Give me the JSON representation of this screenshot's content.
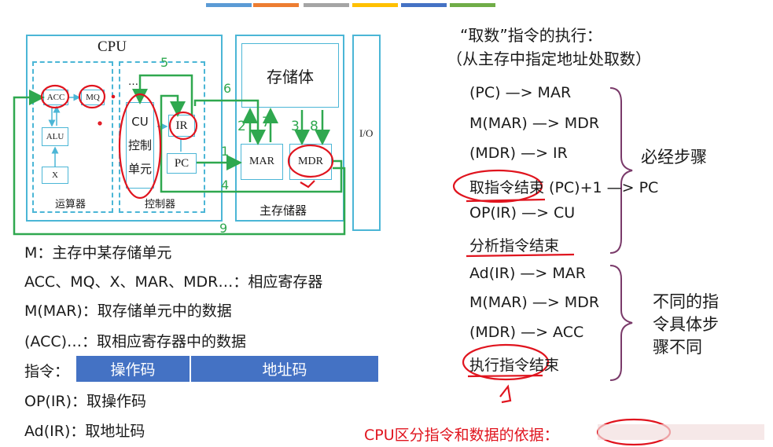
{
  "top_bars": [
    "#5b9bd5",
    "#ed7d31",
    "#a5a5a5",
    "#ffc000",
    "#4472c4",
    "#70ad47"
  ],
  "diagram": {
    "cpu": "CPU",
    "acc": "ACC",
    "mq": "MQ",
    "alu": "ALU",
    "x": "X",
    "alu_group": "运算器",
    "cu_line1": "CU",
    "cu_line2": "控制",
    "cu_line3": "单元",
    "cu_dots": "…",
    "ir": "IR",
    "pc": "PC",
    "controller": "控制器",
    "storage": "存储体",
    "mar": "MAR",
    "mdr": "MDR",
    "main_memory": "主存储器",
    "io": "I/O",
    "steps": {
      "s1": "1",
      "s2": "2",
      "s3": "3",
      "s4": "4",
      "s5": "5",
      "s6": "6",
      "s7": "7",
      "s8": "8",
      "s9": "9"
    }
  },
  "left_notes": [
    "M：主存中某存储单元",
    "ACC、MQ、X、MAR、MDR…：相应寄存器",
    "M(MAR)：取存储单元中的数据",
    "(ACC)…：取相应寄存器中的数据"
  ],
  "instruction": {
    "label": "指令：",
    "opcode": "操作码",
    "address": "地址码"
  },
  "left_notes2": [
    "OP(IR)：取操作码",
    "Ad(IR)：取地址码"
  ],
  "right": {
    "title1": "“取数”指令的执行：",
    "title2": "（从主存中指定地址处取数）",
    "steps_a": [
      "(PC) —> MAR",
      "M(MAR) —> MDR",
      "(MDR) —> IR",
      "取指令结束 (PC)+1 —> PC",
      "OP(IR) —> CU",
      "分析指令结束"
    ],
    "brace_a_label": "必经步骤",
    "steps_b": [
      "Ad(IR) —> MAR",
      "M(MAR) —> MDR",
      "(MDR) —> ACC",
      "执行指令结束"
    ],
    "brace_b_label1": "不同的指",
    "brace_b_label2": "令具体步",
    "brace_b_label3": "骤不同",
    "basis": "CPU区分指令和数据的依据："
  },
  "colors": {
    "cyan": "#4bb6d6",
    "green": "#2fa84f",
    "red": "#e0141e",
    "purple": "#7a3a6a",
    "blue": "#4472c4"
  }
}
